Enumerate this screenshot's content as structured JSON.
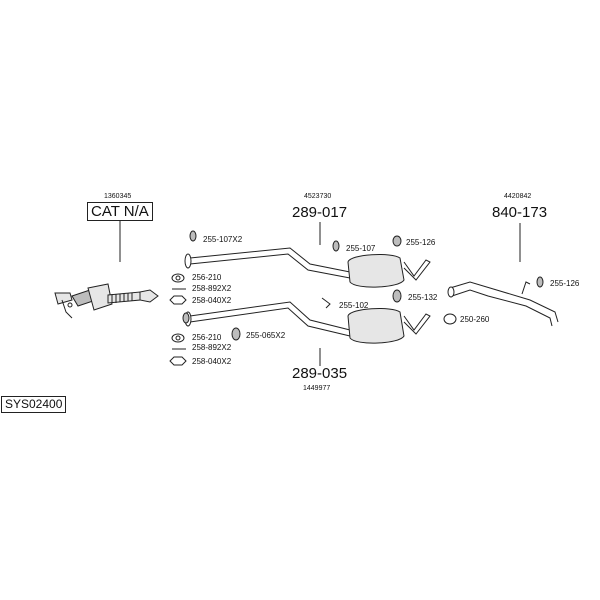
{
  "system_code": "SYS02400",
  "catalyst": {
    "ref": "1360345",
    "code": "CAT N/A"
  },
  "front_pipe": {
    "ref": "4523730",
    "code": "289-017",
    "parts": [
      "255-107X2",
      "256-210",
      "258-892X2",
      "258-040X2",
      "255-107",
      "255-126",
      "255-102",
      "255-132"
    ]
  },
  "lower_pipe": {
    "ref": "1449977",
    "code": "289-035",
    "parts": [
      "256-210",
      "258-892X2",
      "258-040X2",
      "255-065X2",
      "250-260"
    ]
  },
  "rear_pipe": {
    "ref": "4420842",
    "code": "840-173",
    "parts": [
      "255-126"
    ]
  },
  "colors": {
    "line": "#222222",
    "fill_light": "#e6e6e6",
    "fill_mid": "#bdbdbd"
  }
}
